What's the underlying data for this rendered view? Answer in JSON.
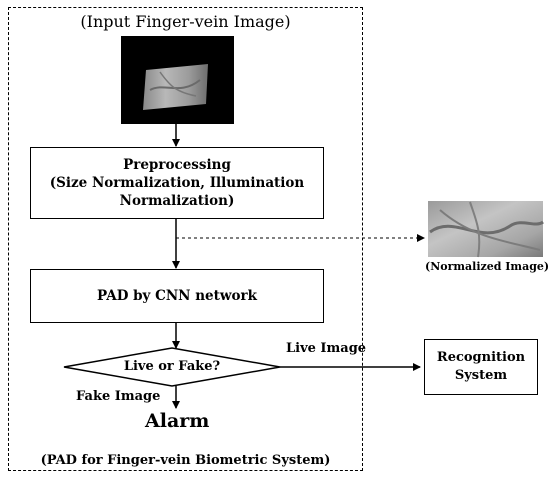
{
  "title": "(Input Finger-vein Image)",
  "preprocessing": "Preprocessing\n(Size Normalization,  Illumination\nNormalization)",
  "pad_cnn": "PAD by CNN network",
  "decision": "Live or Fake?",
  "live_label": "Live Image",
  "fake_label": "Fake Image",
  "alarm": "Alarm",
  "recognition": "Recognition\nSystem",
  "normalized_caption": "(Normalized Image)",
  "footer": "(PAD for Finger-vein Biometric System)"
}
